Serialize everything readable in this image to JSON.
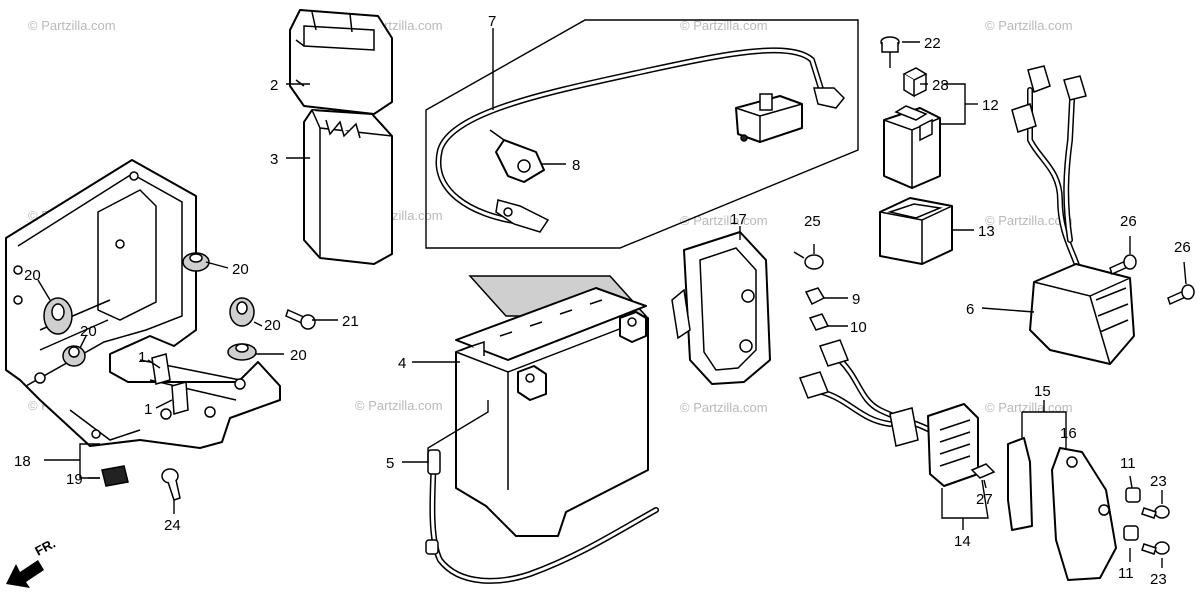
{
  "watermark": "© Partzilla.com",
  "direction_label": "FR.",
  "callouts": [
    "1",
    "1",
    "2",
    "3",
    "4",
    "5",
    "6",
    "7",
    "8",
    "9",
    "10",
    "11",
    "11",
    "12",
    "13",
    "14",
    "15",
    "16",
    "17",
    "18",
    "19",
    "20",
    "20",
    "20",
    "20",
    "20",
    "21",
    "22",
    "23",
    "23",
    "24",
    "25",
    "26",
    "26",
    "27",
    "28"
  ],
  "colors": {
    "line": "#000000",
    "background": "#ffffff",
    "watermark": "#b9b9b9"
  }
}
